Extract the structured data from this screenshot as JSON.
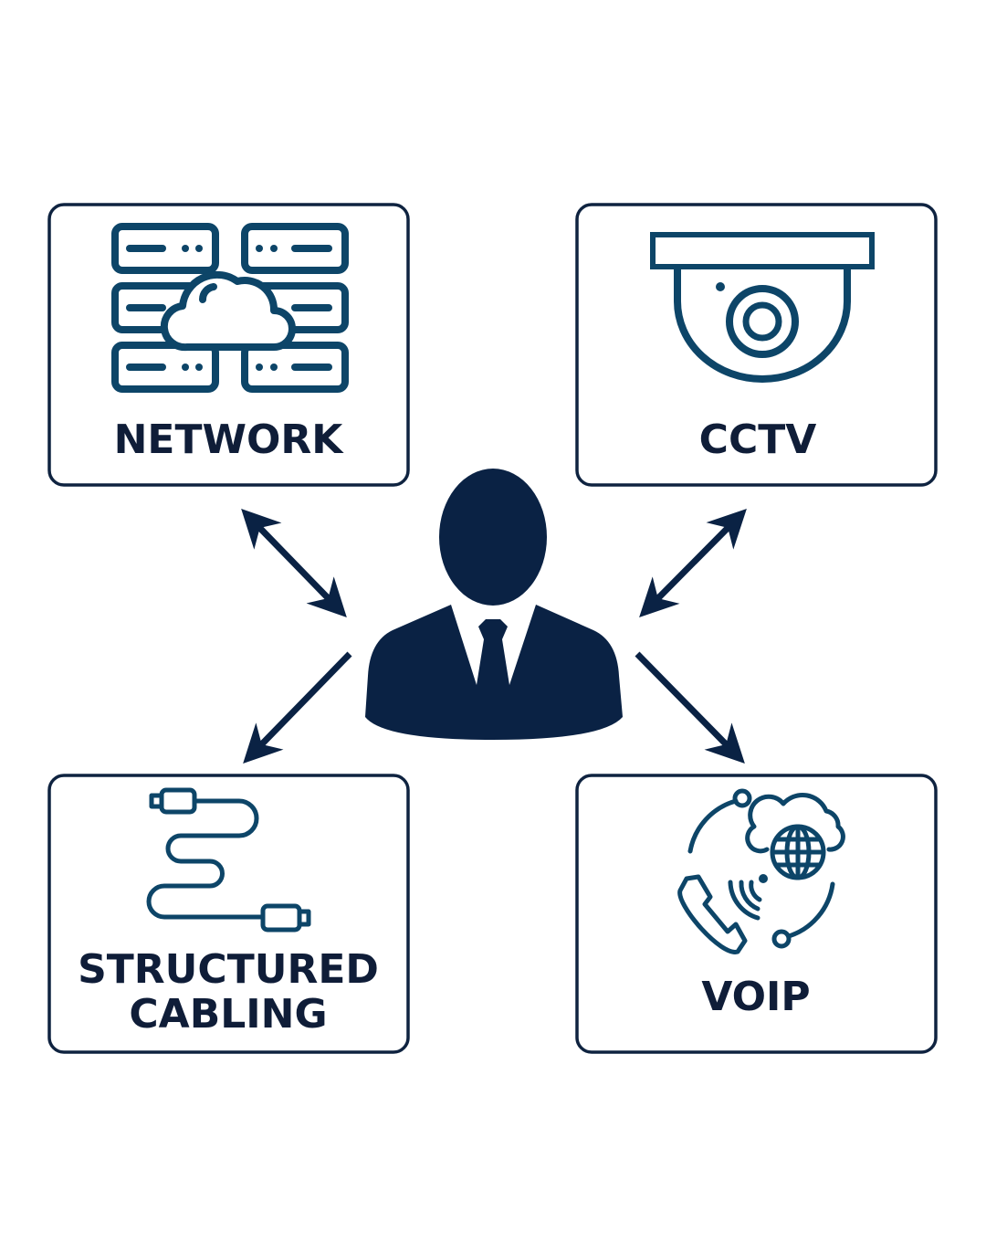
{
  "diagram": {
    "center": {
      "label": "person-silhouette"
    },
    "nodes": [
      {
        "id": "network",
        "label": "NETWORK",
        "icon": "server-cloud-icon"
      },
      {
        "id": "cctv",
        "label": "CCTV",
        "icon": "dome-camera-icon"
      },
      {
        "id": "cabling",
        "label_line1": "STRUCTURED",
        "label_line2": "CABLING",
        "icon": "cable-icon"
      },
      {
        "id": "voip",
        "label": "VOIP",
        "icon": "voip-phone-globe-icon"
      }
    ],
    "colors": {
      "icon": "#0d4568",
      "border": "#0f2340",
      "text": "#0f1d38",
      "person": "#0a2244"
    }
  }
}
